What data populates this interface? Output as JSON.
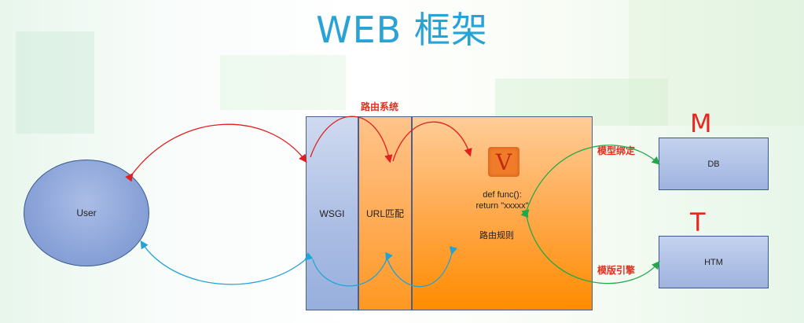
{
  "title": "WEB 框架",
  "user_label": "User",
  "wsgi_label": "WSGI",
  "url_label": "URL匹配",
  "route_system_label": "路由系统",
  "code_line1": "def func():",
  "code_line2": "return \"xxxxx\"",
  "route_rule_label": "路由规则",
  "v_letter": "V",
  "model_bind_label": "模型绑定",
  "template_engine_label": "模版引擎",
  "db_label": "DB",
  "htm_label": "HTM",
  "m_letter": "M",
  "t_letter": "T",
  "colors": {
    "title": "#29a3d6",
    "request_arrow": "#e02020",
    "response_arrow": "#21a3d6",
    "binding_arrow": "#22a848",
    "label_red": "#e03020"
  }
}
